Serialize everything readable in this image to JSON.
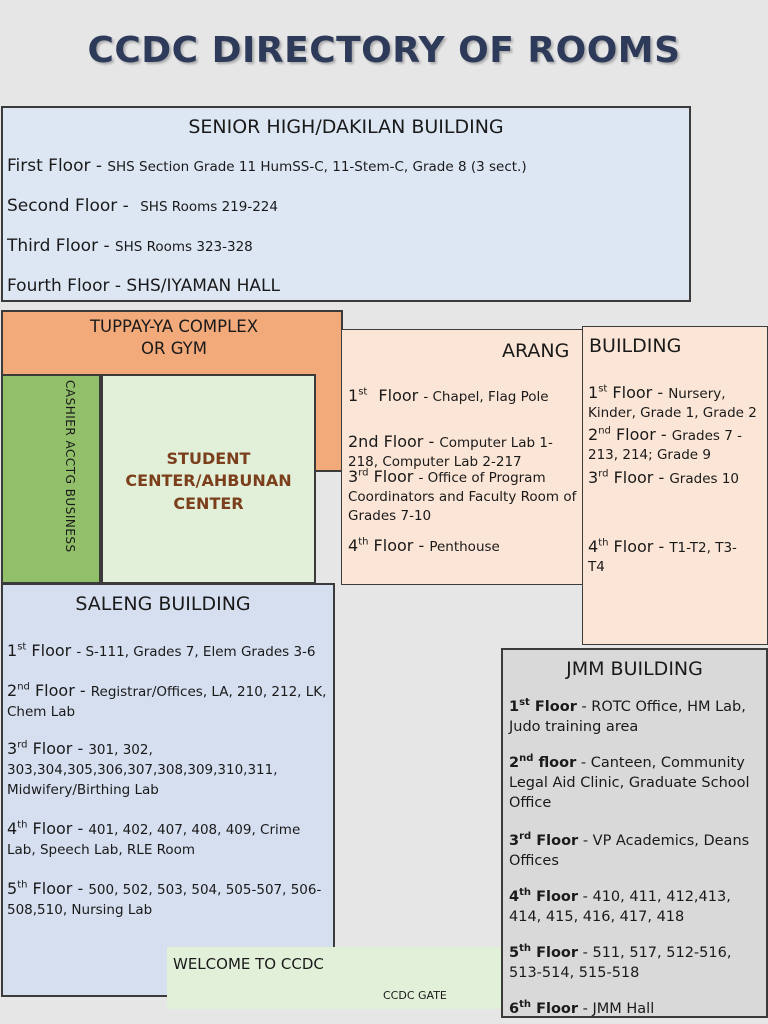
{
  "title": "CCDC DIRECTORY OF ROOMS",
  "senior_high": {
    "header": "SENIOR HIGH/DAKILAN BUILDING",
    "floors": [
      {
        "label": "First Floor -",
        "detail": "SHS Section Grade 11 HumSS-C, 11-Stem-C, Grade 8 (3 sect.)"
      },
      {
        "label": "Second Floor -",
        "detail": "SHS Rooms 219-224"
      },
      {
        "label": "Third Floor -",
        "detail": "SHS Rooms 323-328"
      },
      {
        "label": "Fourth Floor - SHS/IYAMAN HALL",
        "detail": ""
      }
    ]
  },
  "tuppay": {
    "line1": "TUPPAY-YA COMPLEX",
    "line2": "OR GYM"
  },
  "cashier": {
    "label": "CASHIER   ACCTG  BUSINESS"
  },
  "student_center": {
    "line1": "STUDENT",
    "line2": "CENTER/AHBUNAN",
    "line3": "CENTER"
  },
  "arang": {
    "header_left": "ARANG",
    "header_right": "BUILDING",
    "left_floors": [
      {
        "num": "1",
        "sup": "st",
        "label": "Floor",
        "detail": "- Chapel,  Flag Pole"
      },
      {
        "num": "2nd",
        "sup": "",
        "label": "Floor -",
        "detail": "Computer Lab 1-218, Computer Lab 2-217"
      },
      {
        "num": "3",
        "sup": "rd",
        "label": "Floor",
        "detail": "- Office of Program Coordinators and Faculty Room of Grades 7-10"
      },
      {
        "num": "4",
        "sup": "th",
        "label": "Floor -",
        "detail": "Penthouse"
      }
    ],
    "right_floors": [
      {
        "num": "1",
        "sup": "st",
        "label": "Floor -",
        "detail": "Nursery, Kinder, Grade 1, Grade 2"
      },
      {
        "num": "2",
        "sup": "nd",
        "label": "Floor -",
        "detail": "Grades 7 - 213, 214; Grade 9"
      },
      {
        "num": "3",
        "sup": "rd",
        "label": "Floor -",
        "detail": "Grades 10"
      },
      {
        "num": "4",
        "sup": "th",
        "label": "Floor -",
        "detail": "T1-T2, T3-T4"
      }
    ]
  },
  "saleng": {
    "header": "SALENG BUILDING",
    "floors": [
      {
        "num": "1",
        "sup": "st",
        "label": "Floor",
        "detail": "- S-111, Grades 7, Elem Grades 3-6"
      },
      {
        "num": "2",
        "sup": "nd",
        "label": "Floor -",
        "detail": "Registrar/Offices, LA, 210, 212, LK, Chem Lab"
      },
      {
        "num": "3",
        "sup": "rd",
        "label": "Floor -",
        "detail": "301, 302, 303,304,305,306,307,308,309,310,311, Midwifery/Birthing Lab"
      },
      {
        "num": "4",
        "sup": "th",
        "label": "Floor -",
        "detail": "401, 402, 407, 408, 409, Crime Lab, Speech Lab, RLE Room"
      },
      {
        "num": "5",
        "sup": "th",
        "label": "Floor -",
        "detail": "500, 502, 503, 504, 505-507, 506-508,510, Nursing Lab"
      }
    ]
  },
  "welcome": {
    "text": "WELCOME TO CCDC",
    "gate": "CCDC GATE"
  },
  "jmm": {
    "header": "JMM BUILDING",
    "floors": [
      {
        "num": "1",
        "sup": "st",
        "label": "Floor",
        "detail": "- ROTC Office, HM Lab, Judo training area"
      },
      {
        "num": "2",
        "sup": "nd",
        "label": "floor",
        "detail": "- Canteen, Community Legal Aid Clinic, Graduate School Office"
      },
      {
        "num": "3",
        "sup": "rd",
        "label": "Floor",
        "detail": "- VP Academics, Deans Offices"
      },
      {
        "num": "4",
        "sup": "th",
        "label": "Floor",
        "detail": "- 410, 411, 412,413, 414, 415, 416, 417, 418"
      },
      {
        "num": "5",
        "sup": "th",
        "label": "Floor",
        "detail": "- 511, 517, 512-516, 513-514, 515-518"
      },
      {
        "num": "6",
        "sup": "th",
        "label": "Floor",
        "detail": "- JMM Hall"
      }
    ]
  }
}
